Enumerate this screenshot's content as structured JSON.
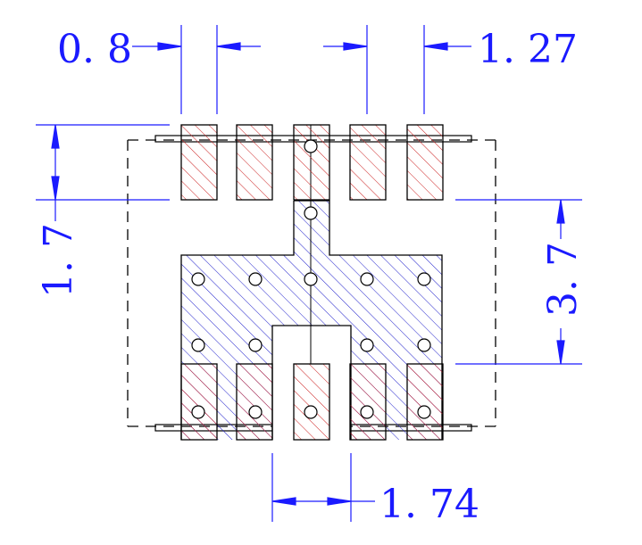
{
  "drawing": {
    "dimensions": {
      "pad_width": "0. 8",
      "pitch": "1. 27",
      "pad_length": "1. 7",
      "pad_span": "3. 7",
      "slot_width": "1. 74"
    }
  },
  "colors": {
    "dimension": "#1a1aff",
    "line": "#000000",
    "pad_hatch": "#cc2222",
    "thermal_hatch": "#2222cc",
    "background": "#ffffff"
  }
}
